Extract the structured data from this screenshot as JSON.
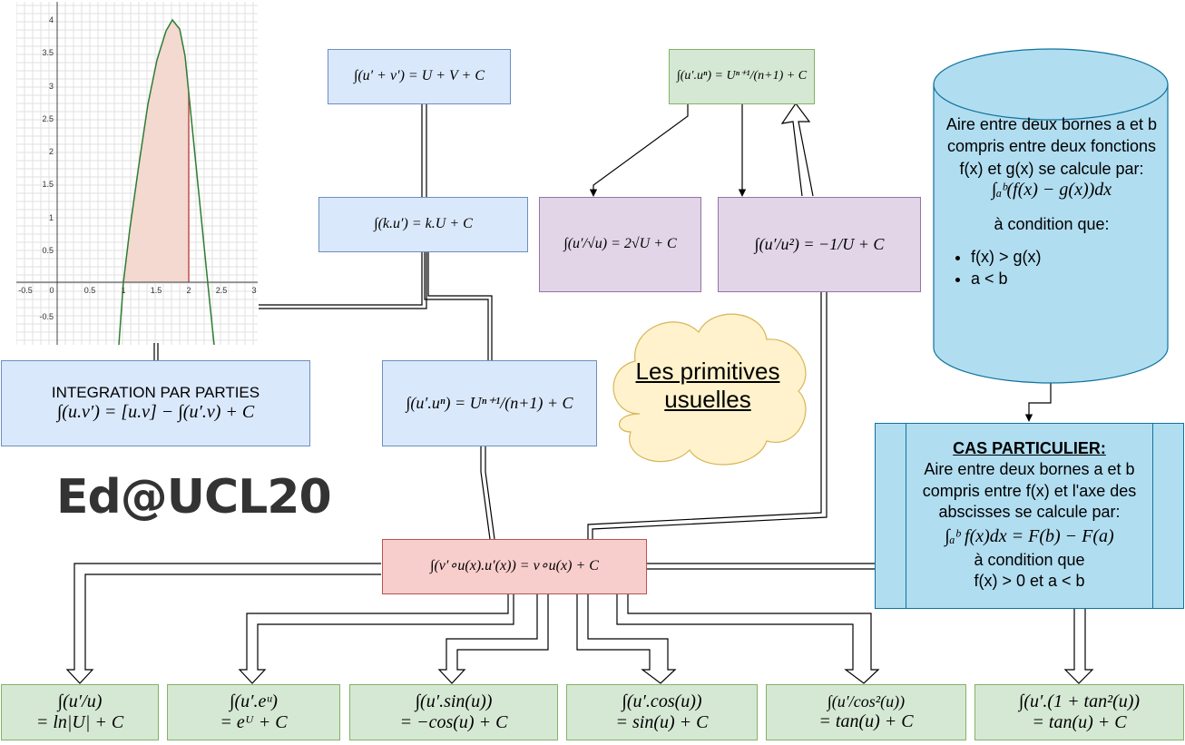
{
  "graph": {
    "y_ticks": [
      "4",
      "3.5",
      "3",
      "2.5",
      "2",
      "1.5",
      "1",
      "0.5",
      "-0.5"
    ],
    "x_ticks": [
      "-0.5",
      "0",
      "0.5",
      "1",
      "1.5",
      "2",
      "2.5",
      "3"
    ],
    "colors": {
      "curve": "#2e7d32",
      "fill": "#f3d9d0",
      "bound": "#c0504d"
    }
  },
  "formulas": {
    "sum_rule": "∫(u′ + v′) = U + V + C",
    "const_rule": "∫(k.u′) = k.U + C",
    "power_top": "∫(u′.uⁿ) = Uⁿ⁺¹/(n+1) + C",
    "sqrt_rule": "∫(u′/√u) = 2√U + C",
    "inverse_rule": "∫(u′/u²) = −1/U + C",
    "parts_title": "INTEGRATION PAR PARTIES",
    "parts_rule": "∫(u.v′) = [u.v] − ∫(u′.v) + C",
    "power_mid": "∫(u′.uⁿ) = Uⁿ⁺¹/(n+1) + C",
    "composition": "∫(v′∘u(x).u′(x)) = v∘u(x) + C"
  },
  "cloud": {
    "line1": "Les primitives",
    "line2": "usuelles"
  },
  "logo": "Ed@UCL20",
  "cylinder": {
    "text": "Aire entre deux bornes a et b compris entre deux fonctions f(x) et g(x) se calcule par:",
    "formula": "∫ₐᵇ(f(x) − g(x))dx",
    "condition": "à condition que:",
    "bullets": [
      "f(x) > g(x)",
      "a < b"
    ]
  },
  "special": {
    "title": "CAS PARTICULIER:",
    "text": "Aire entre deux bornes a et b compris entre f(x) et l'axe des abscisses se calcule par:",
    "formula": "∫ₐᵇ f(x)dx = F(b) − F(a)",
    "cond1": "à condition que",
    "cond2": "f(x) > 0 et a < b"
  },
  "bottom": [
    {
      "top": "∫(u′/u)",
      "bottom": "= ln|U| + C"
    },
    {
      "top": "∫(u′.eᵘ)",
      "bottom": "= eᵁ + C"
    },
    {
      "top": "∫(u′.sin(u))",
      "bottom": "= −cos(u) + C"
    },
    {
      "top": "∫(u′.cos(u))",
      "bottom": "= sin(u) + C"
    },
    {
      "top": "∫(u′/cos²(u))",
      "bottom": "= tan(u) + C"
    },
    {
      "top": "∫(u′.(1 + tan²(u))",
      "bottom": "= tan(u) + C"
    }
  ]
}
